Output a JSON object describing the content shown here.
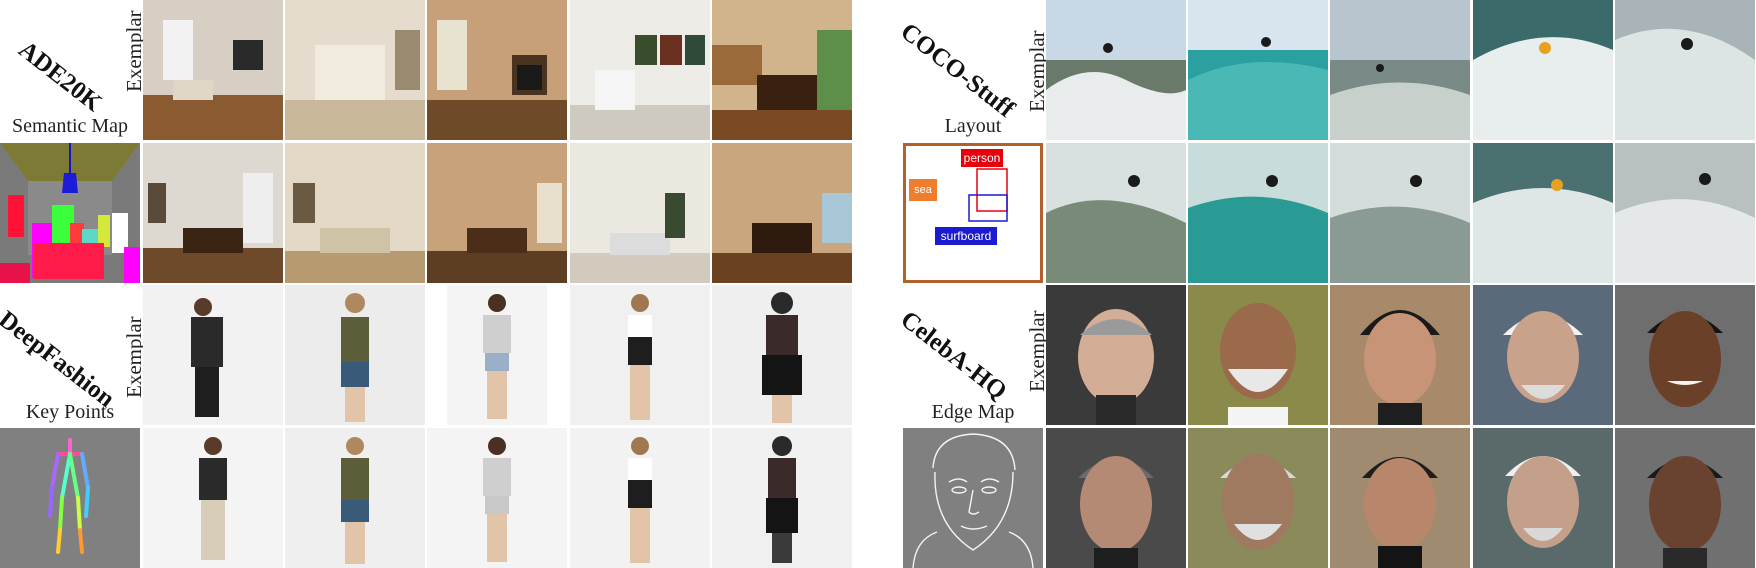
{
  "panels": {
    "ade20k": {
      "title": "ADE20K",
      "exemplar_label": "Exemplar",
      "cond_label": "Semantic Map"
    },
    "coco": {
      "title": "COCO-Stuff",
      "exemplar_label": "Exemplar",
      "cond_label": "Layout",
      "boxes": [
        {
          "label": "person",
          "color": "#e8000b"
        },
        {
          "label": "sea",
          "color": "#ef7d2e"
        },
        {
          "label": "surfboard",
          "color": "#1a1ad0"
        }
      ]
    },
    "deepfashion": {
      "title": "DeepFashion",
      "exemplar_label": "Exemplar",
      "cond_label": "Key Points"
    },
    "celeba": {
      "title": "CelebA-HQ",
      "exemplar_label": "Exemplar",
      "cond_label": "Edge Map"
    }
  },
  "colors": {
    "background": "#ffffff",
    "gray": "#808080",
    "layout_border": "#b5602a"
  }
}
